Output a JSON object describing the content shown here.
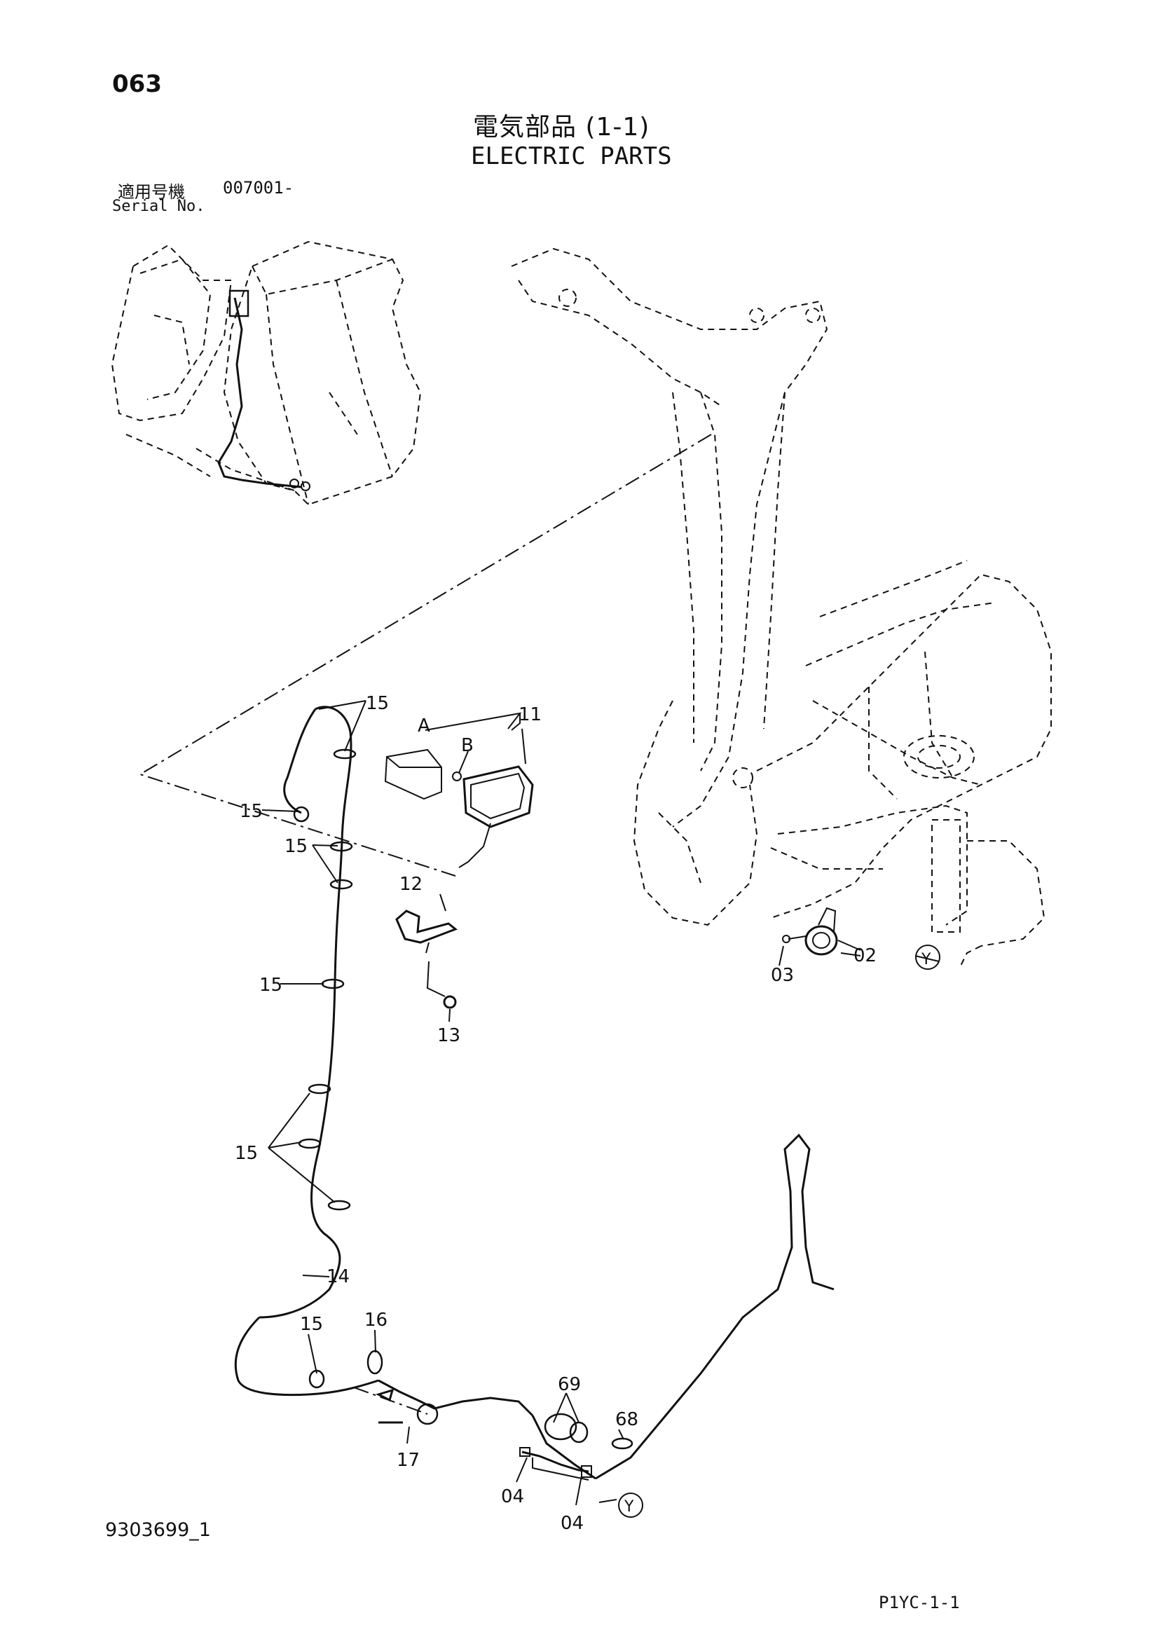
{
  "header": {
    "page_number": "063",
    "title_jp": "電気部品 (1-1)",
    "title_en": "ELECTRIC PARTS",
    "serial_label_jp": "適用号機",
    "serial_value": "007001-",
    "serial_label_en": "Serial No."
  },
  "callouts": {
    "a": "A",
    "b": "B",
    "p02": "02",
    "p03": "03",
    "p04": "04",
    "p11": "11",
    "p12": "12",
    "p13": "13",
    "p14": "14",
    "p15": "15",
    "p16": "16",
    "p17": "17",
    "p68": "68",
    "p69": "69",
    "y": "Y"
  },
  "footer": {
    "document_number": "9303699_1",
    "figure_code": "P1YC-1-1"
  }
}
